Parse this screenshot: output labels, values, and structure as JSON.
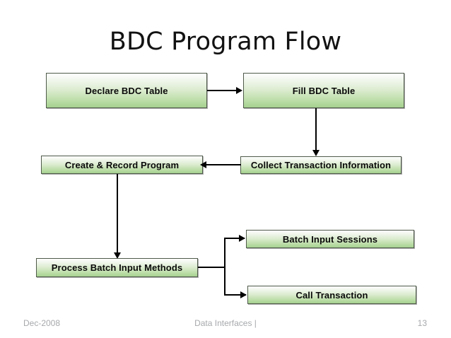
{
  "slide": {
    "title": "BDC Program Flow",
    "footer": {
      "date": "Dec-2008",
      "center": "Data Interfaces  |",
      "page_number": "13"
    },
    "colors": {
      "box_border": "#4f5a4a",
      "box_gradient_top": "#fdfefd",
      "box_gradient_bottom": "#a6d190",
      "connector": "#000000",
      "title_text": "#121212",
      "box_text": "#0a0a0a",
      "footer_text": "#a7a9ac",
      "background": "#ffffff"
    }
  },
  "diagram": {
    "type": "flowchart",
    "nodes": [
      {
        "id": "declare-bdc-table",
        "label": "Declare BDC Table"
      },
      {
        "id": "fill-bdc-table",
        "label": "Fill BDC Table"
      },
      {
        "id": "collect-transaction-information",
        "label": "Collect Transaction Information"
      },
      {
        "id": "create-record-program",
        "label": "Create & Record Program"
      },
      {
        "id": "process-batch-input-methods",
        "label": "Process Batch Input Methods"
      },
      {
        "id": "batch-input-sessions",
        "label": "Batch Input Sessions"
      },
      {
        "id": "call-transaction",
        "label": "Call Transaction"
      }
    ],
    "edges": [
      {
        "from": "declare-bdc-table",
        "to": "fill-bdc-table",
        "direction": "right"
      },
      {
        "from": "fill-bdc-table",
        "to": "collect-transaction-information",
        "direction": "down"
      },
      {
        "from": "collect-transaction-information",
        "to": "create-record-program",
        "direction": "left"
      },
      {
        "from": "create-record-program",
        "to": "process-batch-input-methods",
        "direction": "down"
      },
      {
        "from": "process-batch-input-methods",
        "to": "batch-input-sessions",
        "direction": "right"
      },
      {
        "from": "process-batch-input-methods",
        "to": "call-transaction",
        "direction": "right"
      }
    ]
  }
}
